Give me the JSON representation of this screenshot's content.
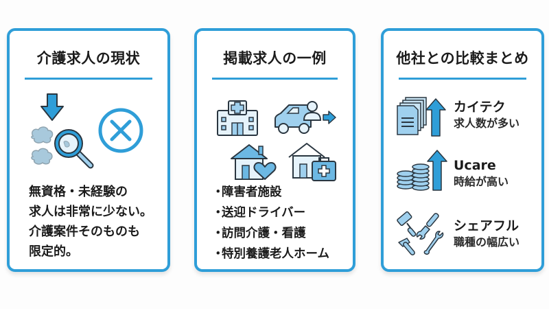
{
  "colors": {
    "accent": "#2f9ed8",
    "icon_fill": "#9fd0ee",
    "icon_stroke": "#2a3640",
    "text": "#1b1b1b"
  },
  "cards": [
    {
      "title": "介護求人の現状",
      "icons": [
        "down-arrow-icon",
        "magnifying-glass-icon",
        "cloud-icon",
        "cross-circle-icon"
      ],
      "body_lines": [
        "無資格・未経験の",
        "求人は非常に少ない。",
        "介護案件そのものも",
        "限定的。"
      ]
    },
    {
      "title": "掲載求人の一例",
      "icons": [
        "hospital-icon",
        "car-with-person-icon",
        "house-heart-icon",
        "house-medical-kit-icon"
      ],
      "bullet": "・",
      "items": [
        "障害者施設",
        "送迎ドライバー",
        "訪問介護・看護",
        "特別養護老人ホーム"
      ]
    },
    {
      "title": "他社との比較まとめ",
      "rows": [
        {
          "icon": "documents-up-arrow-icon",
          "name": "カイテク",
          "desc": "求人数が多い"
        },
        {
          "icon": "coins-up-arrow-icon",
          "name": "Ucare",
          "desc": "時給が高い"
        },
        {
          "icon": "tools-icon",
          "name": "シェアフル",
          "desc": "職種の幅広い"
        }
      ]
    }
  ]
}
